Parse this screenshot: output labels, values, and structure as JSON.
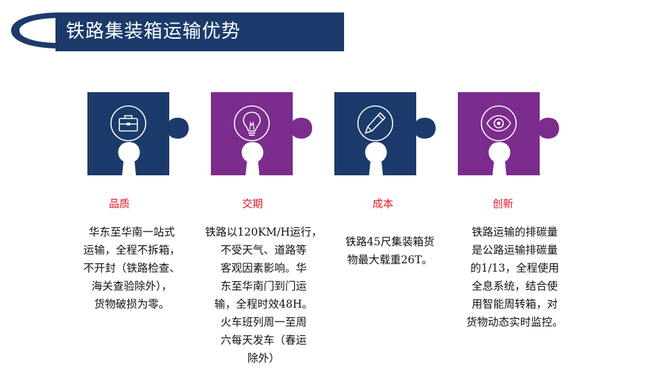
{
  "header": {
    "title": "铁路集装箱运输优势"
  },
  "colors": {
    "navy": "#1c3a6b",
    "purple": "#7b2c8c",
    "label_red": "#e0141e"
  },
  "items": [
    {
      "icon": "briefcase-icon",
      "label": "品质",
      "lines": [
        "华东至华南一站式",
        "运输，全程不拆箱，",
        "不开封（铁路检查、",
        "海关查验除外），",
        "货物破损为零。"
      ]
    },
    {
      "icon": "lightbulb-icon",
      "label": "交期",
      "lines": [
        "铁路以120KM/H运行，",
        "不受天气、道路等",
        "客观因素影响。华",
        "东至华南门到门运",
        "输，全程时效48H。",
        "火车班列周一至周",
        "六每天发车（春运",
        "除外）"
      ]
    },
    {
      "icon": "pencil-icon",
      "label": "成本",
      "lines": [
        "铁路45尺集装箱货",
        "物最大载重26T。"
      ]
    },
    {
      "icon": "eye-icon",
      "label": "创新",
      "lines": [
        "铁路运输的排碳量",
        "是公路运输排碳量",
        "的1/13，全程使用",
        "全息系统，结合使",
        "用智能周转箱，对",
        "货物动态实时监控。"
      ]
    }
  ]
}
